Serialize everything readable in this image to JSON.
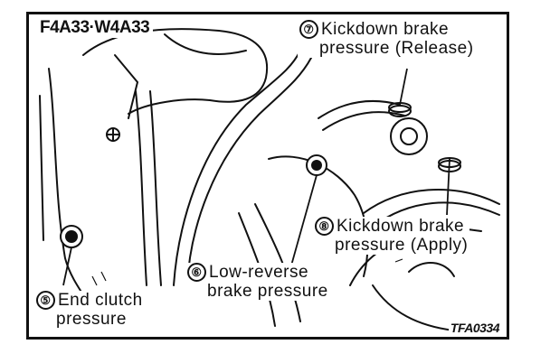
{
  "title": "F4A33·W4A33",
  "figure_code": "TFA0334",
  "callouts": [
    {
      "number": "⑦",
      "line1": "Kickdown brake",
      "line2": "pressure (Release)"
    },
    {
      "number": "⑧",
      "line1": "Kickdown brake",
      "line2": "pressure (Apply)"
    },
    {
      "number": "⑥",
      "line1": "Low-reverse",
      "line2": "brake pressure"
    },
    {
      "number": "⑤",
      "line1": "End clutch",
      "line2": "pressure"
    }
  ]
}
